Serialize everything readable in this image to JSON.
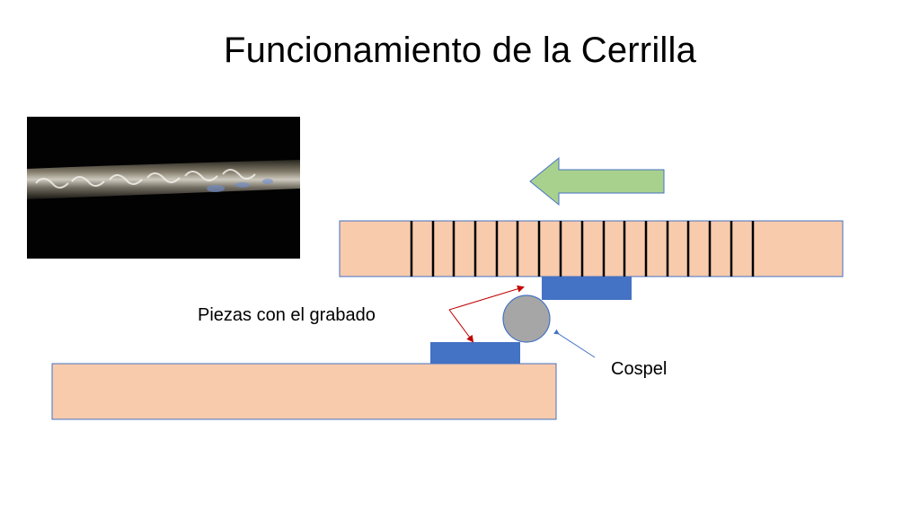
{
  "slide": {
    "title": "Funcionamiento de la Cerrilla"
  },
  "labels": {
    "engraved_pieces": "Piezas con el grabado",
    "blank": "Cospel"
  },
  "colors": {
    "plate": "#F8CBAD",
    "plate_border": "#4472C4",
    "die": "#4472C4",
    "blank": "#A6A6A6",
    "arrow": "#A9D18E",
    "pointer_red": "#C00000",
    "pointer_blue": "#4472C4"
  },
  "icons": {
    "motion_arrow": "arrow-left-icon"
  }
}
